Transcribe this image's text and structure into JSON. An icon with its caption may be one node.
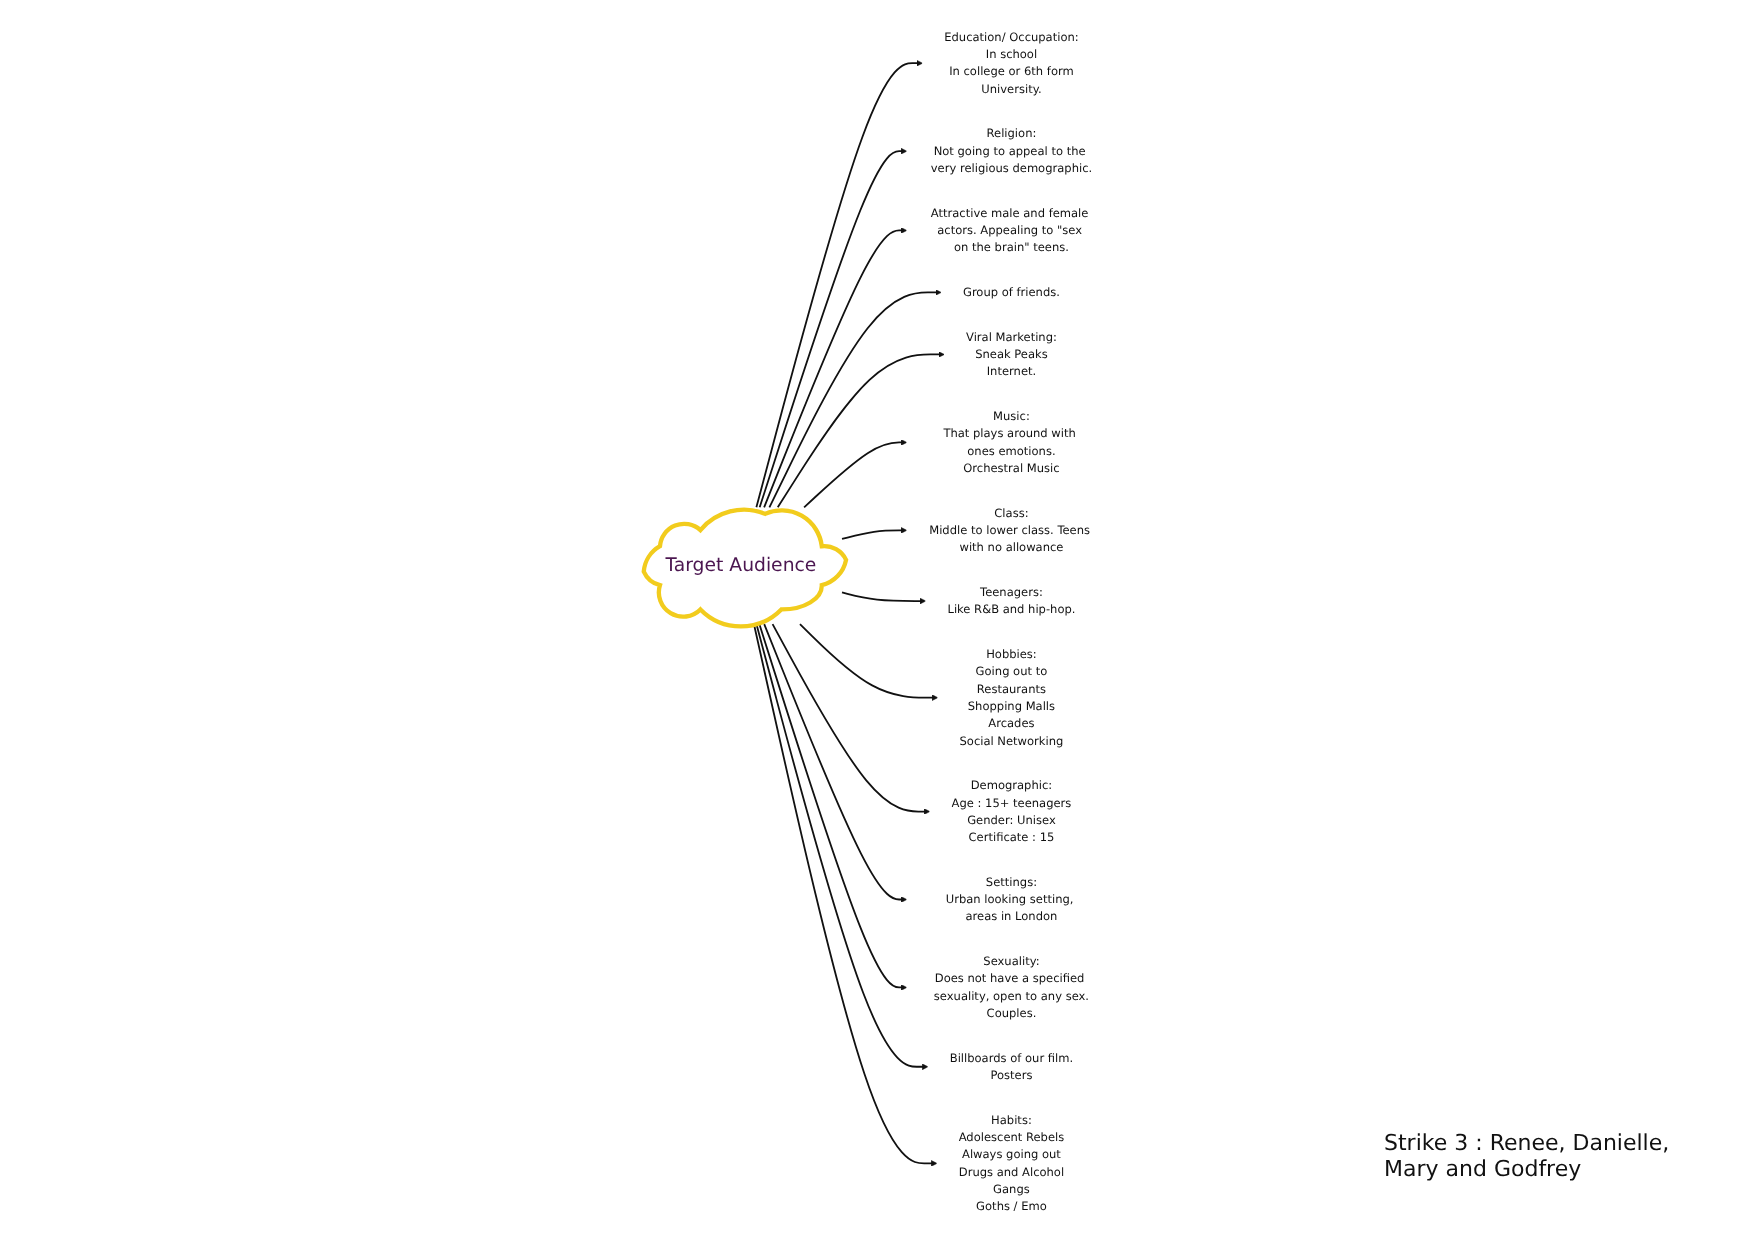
{
  "diagram": {
    "nodes": [
      {
        "text": [
          "Target Audience"
        ]
      },
      {
        "text": [
          "Education/ Occupation:",
          "In school",
          "In college or 6th form",
          "University."
        ]
      },
      {
        "text": [
          "Religion:",
          "Not going to appeal to the very religious demographic."
        ]
      },
      {
        "text": [
          "Attractive male and female actors. Appealing to \"sex on the brain\" teens."
        ]
      },
      {
        "text": [
          "Group of friends."
        ]
      },
      {
        "text": [
          "Viral Marketing:",
          "Sneak Peaks",
          "Internet."
        ]
      },
      {
        "text": [
          "Music:",
          "That plays around with ones emotions.",
          "Orchestral Music"
        ]
      },
      {
        "text": [
          "Class:",
          "Middle to lower class. Teens with no allowance"
        ]
      },
      {
        "text": [
          "Teenagers:",
          "Like R&B and hip-hop."
        ]
      },
      {
        "text": [
          "Hobbies:",
          "Going out to",
          "Restaurants",
          "Shopping Malls",
          "Arcades",
          "Social Networking"
        ]
      },
      {
        "text": [
          "Demographic:",
          "Age : 15+ teenagers",
          "Gender: Unisex",
          "Certificate : 15"
        ]
      },
      {
        "text": [
          "Settings:",
          "Urban looking setting, areas in London"
        ]
      },
      {
        "text": [
          "Sexuality:",
          "Does not have a specified sexuality, open to any sex.",
          "Couples."
        ]
      },
      {
        "text": [
          "Billboards of our film.",
          "Posters"
        ]
      },
      {
        "text": [
          "Habits:",
          "Adolescent Rebels",
          "Always going out",
          "Drugs and Alcohol",
          "Gangs",
          "Goths / Emo"
        ]
      }
    ],
    "edges": [
      {
        "from": 0,
        "to": 1,
        "arrow": "to"
      },
      {
        "from": 0,
        "to": 2,
        "arrow": "to"
      },
      {
        "from": 0,
        "to": 3,
        "arrow": "to"
      },
      {
        "from": 0,
        "to": 4,
        "arrow": "to"
      },
      {
        "from": 0,
        "to": 5,
        "arrow": "to"
      },
      {
        "from": 0,
        "to": 6,
        "arrow": "to"
      },
      {
        "from": 0,
        "to": 7,
        "arrow": "to"
      },
      {
        "from": 0,
        "to": 8,
        "arrow": "to"
      },
      {
        "from": 0,
        "to": 9,
        "arrow": "to"
      },
      {
        "from": 0,
        "to": 10,
        "arrow": "to"
      },
      {
        "from": 0,
        "to": 11,
        "arrow": "to"
      },
      {
        "from": 0,
        "to": 12,
        "arrow": "to"
      },
      {
        "from": 0,
        "to": 13,
        "arrow": "to"
      },
      {
        "from": 0,
        "to": 14,
        "arrow": "to"
      }
    ],
    "labels": [
      "Strike 3 : Renee, Danielle, Mary and Godfrey"
    ]
  }
}
